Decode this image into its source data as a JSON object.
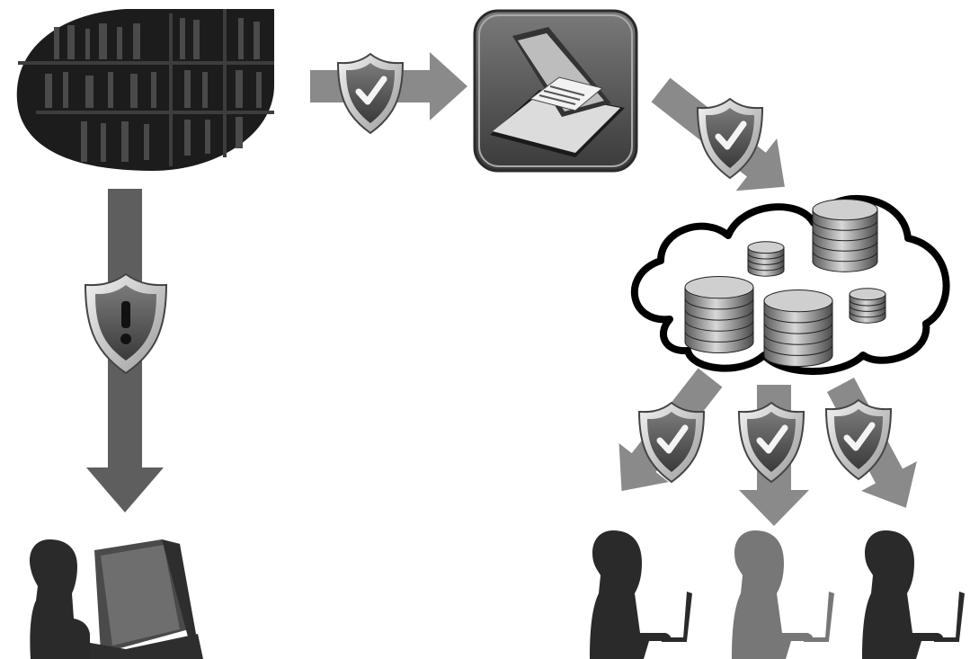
{
  "diagram": {
    "nodes": [
      {
        "id": "archive",
        "icon": "bookshelf-icon"
      },
      {
        "id": "scanner",
        "icon": "scanner-icon"
      },
      {
        "id": "cloud",
        "icon": "cloud-database-icon",
        "databases": 5
      },
      {
        "id": "reader-physical",
        "icon": "person-reading-book-icon"
      },
      {
        "id": "reader-digital-1",
        "icon": "person-laptop-icon"
      },
      {
        "id": "reader-digital-2",
        "icon": "person-laptop-icon"
      },
      {
        "id": "reader-digital-3",
        "icon": "person-laptop-icon"
      }
    ],
    "edges": [
      {
        "from": "archive",
        "to": "scanner",
        "status": "check",
        "status_icon": "shield-check-icon"
      },
      {
        "from": "scanner",
        "to": "cloud",
        "status": "check",
        "status_icon": "shield-check-icon"
      },
      {
        "from": "archive",
        "to": "reader-physical",
        "status": "warning",
        "status_icon": "shield-warning-icon"
      },
      {
        "from": "cloud",
        "to": "reader-digital-1",
        "status": "check",
        "status_icon": "shield-check-icon"
      },
      {
        "from": "cloud",
        "to": "reader-digital-2",
        "status": "check",
        "status_icon": "shield-check-icon"
      },
      {
        "from": "cloud",
        "to": "reader-digital-3",
        "status": "check",
        "status_icon": "shield-check-icon"
      }
    ],
    "colors": {
      "arrow": "#8a8a8a",
      "arrow_dark": "#5e5e5e",
      "silhouette": "#2a2a2a",
      "silhouette_mid": "#4a4a4a",
      "silhouette_light": "#777777",
      "outline": "#000000"
    }
  }
}
